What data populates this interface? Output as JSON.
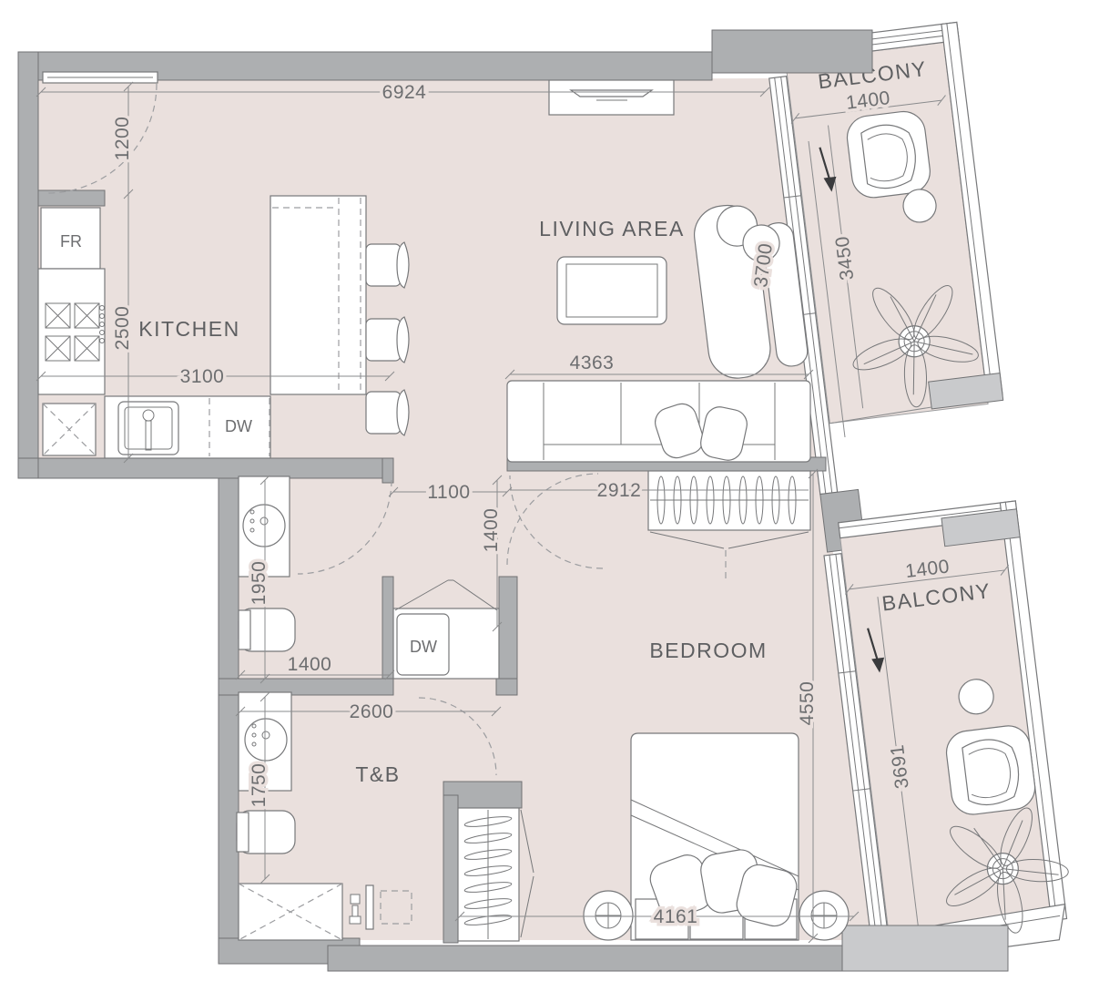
{
  "plan": {
    "type": "apartment-floor-plan",
    "rooms": {
      "kitchen": "KITCHEN",
      "living": "LIVING AREA",
      "bedroom": "BEDROOM",
      "toilet_bath": "T&B",
      "balcony_upper": "BALCONY",
      "balcony_lower": "BALCONY"
    },
    "fixtures": {
      "fridge": "FR",
      "dishwasher_kitchen": "DW",
      "dishwasher_closet": "DW"
    },
    "dimensions_mm": {
      "top_overall": "6924",
      "entry_door": "1200",
      "kitchen_depth": "2500",
      "kitchen_width": "3100",
      "hall_opening": "1100",
      "bedroom_door": "1400",
      "living_wall": "2912",
      "powder_depth": "1950",
      "powder_width": "1400",
      "tnb_width": "2600",
      "tnb_depth": "1750",
      "sofa_wall": "4363",
      "living_glazing": "3700",
      "balcony_upper_width": "1400",
      "balcony_upper_length": "3450",
      "bedroom_depth": "4550",
      "bedroom_width": "4161",
      "balcony_lower_width": "1400",
      "balcony_lower_length": "3691"
    },
    "colors": {
      "floor": "#eae0dd",
      "wall": "#adafb1",
      "wall_light": "#c9cacc",
      "outline": "#717274",
      "dimension_text": "#6d6e70",
      "room_text": "#5e5f61"
    }
  }
}
